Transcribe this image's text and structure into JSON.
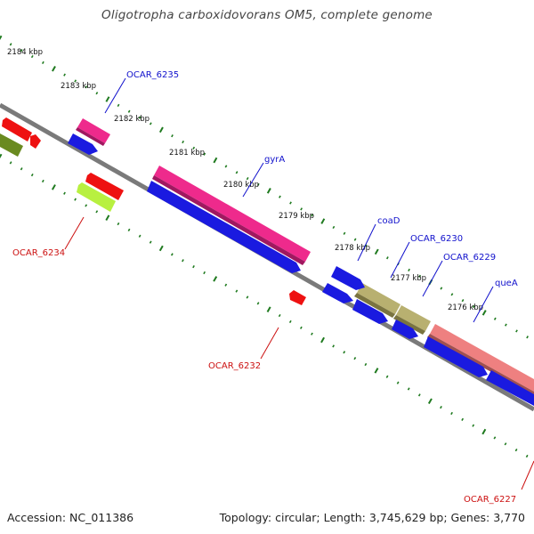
{
  "title": "Oligotropha carboxidovorans OM5, complete genome",
  "footer": {
    "accession": "Accession: NC_011386",
    "summary": "Topology: circular; Length: 3,745,629 bp; Genes: 3,770"
  },
  "colors": {
    "backbone": "#7a7a7a",
    "tick": "#1f7a1f",
    "label_forward": "#1010cc",
    "label_reverse": "#cc1010",
    "cds_blue": "#1a1ae0",
    "cds_magenta": "#ee2a8c",
    "cds_red": "#ee1111",
    "cds_olive": "#6a8a20",
    "cds_lime": "#b8f040",
    "cds_khaki": "#b8b070",
    "cds_salmon": "#ee8080"
  },
  "ticks": [
    "2184 kbp",
    "2183 kbp",
    "2182 kbp",
    "2181 kbp",
    "2180 kbp",
    "2179 kbp",
    "2178 kbp",
    "2177 kbp",
    "2176 kbp"
  ],
  "gene_labels": {
    "forward": [
      "OCAR_6235",
      "gyrA",
      "coaD",
      "OCAR_6230",
      "OCAR_6229",
      "queA"
    ],
    "reverse": [
      "OCAR_6234",
      "OCAR_6232",
      "OCAR_6227"
    ]
  }
}
